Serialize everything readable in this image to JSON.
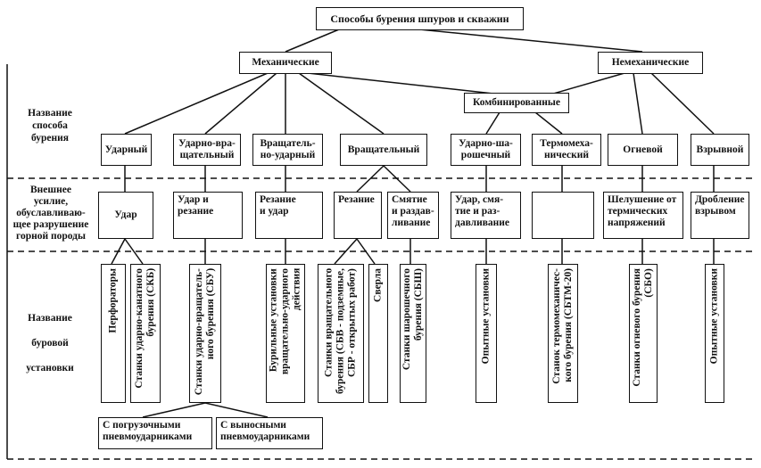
{
  "root": "Способы бурения шпуров и скважин",
  "categories": {
    "mechanical": "Механические",
    "non_mechanical": "Немеханические",
    "combined": "Комбинированные"
  },
  "side_labels": {
    "method_name": "Название\nспособа\nбурения",
    "external_force": "Внешнее\nусилие,\nобуславливаю-\nщее разрушение\nгорной породы",
    "rig_name": "Название\n\nбуровой\n\nустановки"
  },
  "methods": [
    "Ударный",
    "Ударно-вра-\nщательный",
    "Вращатель-\nно-ударный",
    "Вращательный",
    "Ударно-ша-\nрошечный",
    "Термомеха-\nнический",
    "Огневой",
    "Взрывной"
  ],
  "forces": [
    "Удар",
    "Удар и\nрезание",
    "Резание\nи удар",
    "Резание",
    "Смятие\nи раздав-\nливание",
    "Удар, смя-\nтие и раз-\nдавливание",
    "",
    "Шелушение от\nтермических\nнапряжений",
    "Дробление\nвзрывом"
  ],
  "rigs": [
    "Перфораторы",
    "Станки ударно-канатного\nбурения (СКБ)",
    "Станки ударно-вращатель-\nного бурения (СБУ)",
    "Бурильные установки\nвращательно-ударного\nдействия",
    "Станки вращательного\nбурения (СБВ - подземные,\nСБР - открытых работ)",
    "Сверла",
    "Станки шарошечного\nбурения (СБШ)",
    "Опытные установки",
    "Станок термомеханичес-\nкого бурения (СБТМ-20)",
    "Станки огневого бурения\n(СБО)",
    "Опытные установки"
  ],
  "sub_rigs": [
    "С погрузочными\nпневмоударниками",
    "С выносными\nпневмоударниками"
  ]
}
